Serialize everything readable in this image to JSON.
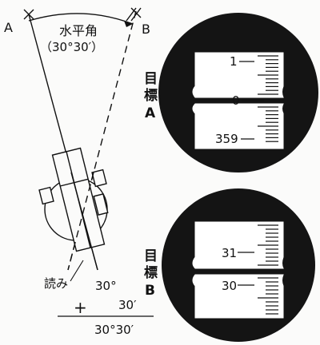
{
  "diagram": {
    "point_a_label": "A",
    "point_b_label": "B",
    "angle_title": "水平角",
    "angle_value": "（30°30′）",
    "reading_label": "読み",
    "reading_degrees": "30°",
    "plus_sign": "+",
    "reading_minutes": "30′",
    "reading_total": "30°30′"
  },
  "target_a": {
    "label_chars": [
      "目",
      "標",
      "A"
    ],
    "scale_top": "1",
    "scale_middle": "0",
    "scale_bottom": "359"
  },
  "target_b": {
    "label_chars": [
      "目",
      "標",
      "B"
    ],
    "scale_top": "31",
    "scale_bottom": "30"
  }
}
